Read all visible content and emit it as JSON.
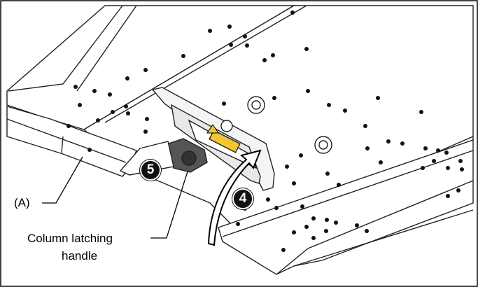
{
  "labels": {
    "part_a": "(A)",
    "handle_line1": "Column latching",
    "handle_line2": "handle"
  },
  "steps": [
    "4",
    "5"
  ],
  "icons": {
    "arrow": "curved-arrow-icon",
    "warning": "warning-label-icon"
  },
  "colors": {
    "ink": "#000000",
    "badge": "#111111",
    "panel": "#ffffff"
  }
}
